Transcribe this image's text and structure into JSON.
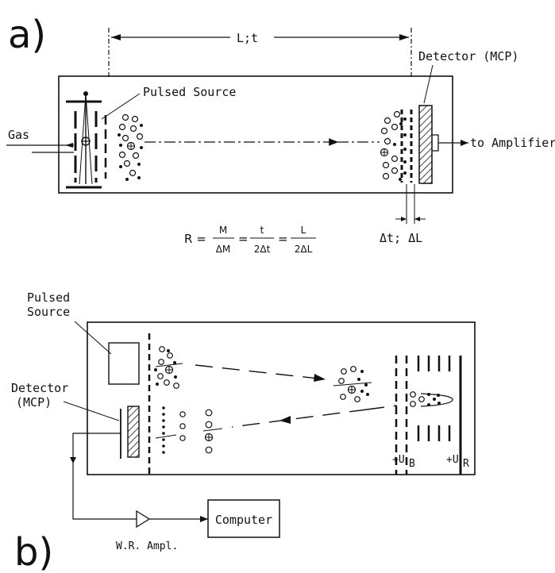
{
  "panel_a": {
    "letter": "a)",
    "flight_label": "L;t",
    "detector_label": "Detector (MCP)",
    "source_label": "Pulsed Source",
    "gas_label": "Gas",
    "amplifier_label": "to Amplifier",
    "resolution_label": "Δt; ΔL",
    "formula": {
      "lhs": "R =",
      "f1_num": "M",
      "f1_den": "ΔM",
      "f2_num": "t",
      "f2_den": "2Δt",
      "f3_num": "L",
      "f3_den": "2ΔL",
      "eq": "="
    }
  },
  "panel_b": {
    "letter": "b)",
    "source_label_line1": "Pulsed",
    "source_label_line2": "Source",
    "detector_label_line1": "Detector",
    "detector_label_line2": "(MCP)",
    "computer_label": "Computer",
    "amp_label": "W.R. Ampl.",
    "ub_label": "+U",
    "ub_sub": "B",
    "ur_label": "+U",
    "ur_sub": "R"
  },
  "colors": {
    "ink": "#111111",
    "background": "#ffffff"
  }
}
